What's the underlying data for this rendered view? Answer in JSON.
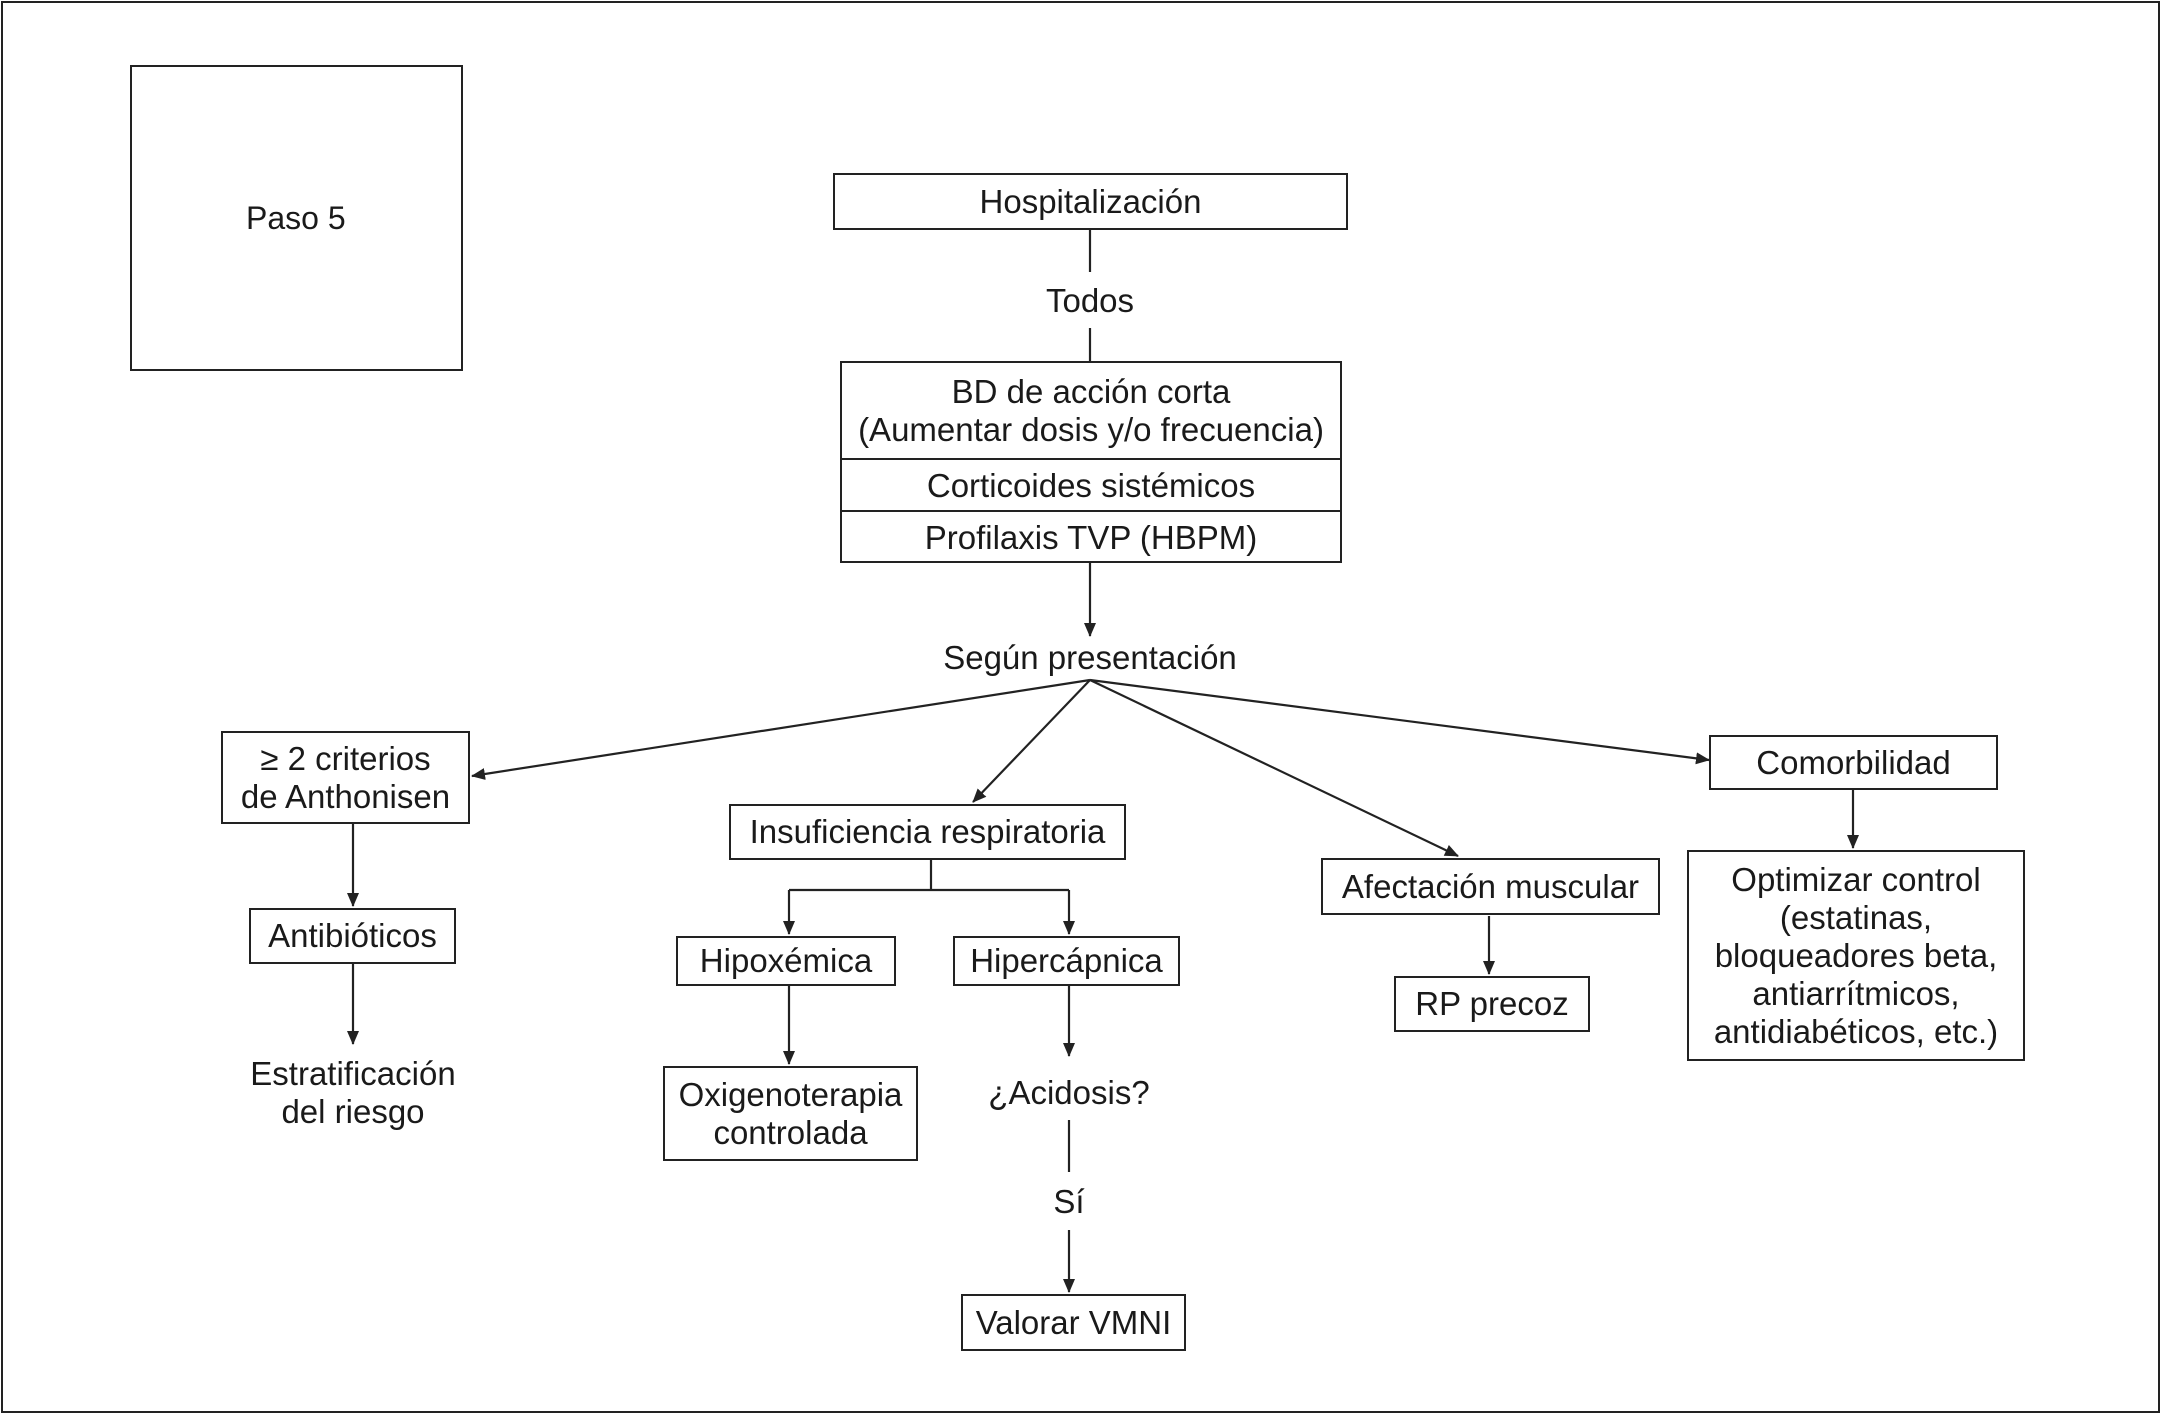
{
  "step": "Paso 5",
  "root": "Hospitalización",
  "todos": "Todos",
  "core_treatment": [
    "BD de acción corta\n(Aumentar dosis y/o frecuencia)",
    "Corticoides sistémicos",
    "Profilaxis TVP (HBPM)"
  ],
  "segun": "Según presentación",
  "branches": {
    "anthonisen": {
      "label": "≥ 2 criterios\nde Anthonisen",
      "action": "Antibióticos",
      "next": "Estratificación\ndel riesgo"
    },
    "insuficiencia": {
      "label": "Insuficiencia respiratoria",
      "hipox": "Hipoxémica",
      "hipox_action": "Oxigenoterapia\ncontrolada",
      "hiperc": "Hipercápnica",
      "acidosis": "¿Acidosis?",
      "si": "Sí",
      "vmni": "Valorar VMNI"
    },
    "muscular": {
      "label": "Afectación muscular",
      "action": "RP precoz"
    },
    "comorbilidad": {
      "label": "Comorbilidad",
      "action": "Optimizar control\n(estatinas,\nbloqueadores beta,\nantiarrítmicos,\nantidiabéticos, etc.)"
    }
  }
}
